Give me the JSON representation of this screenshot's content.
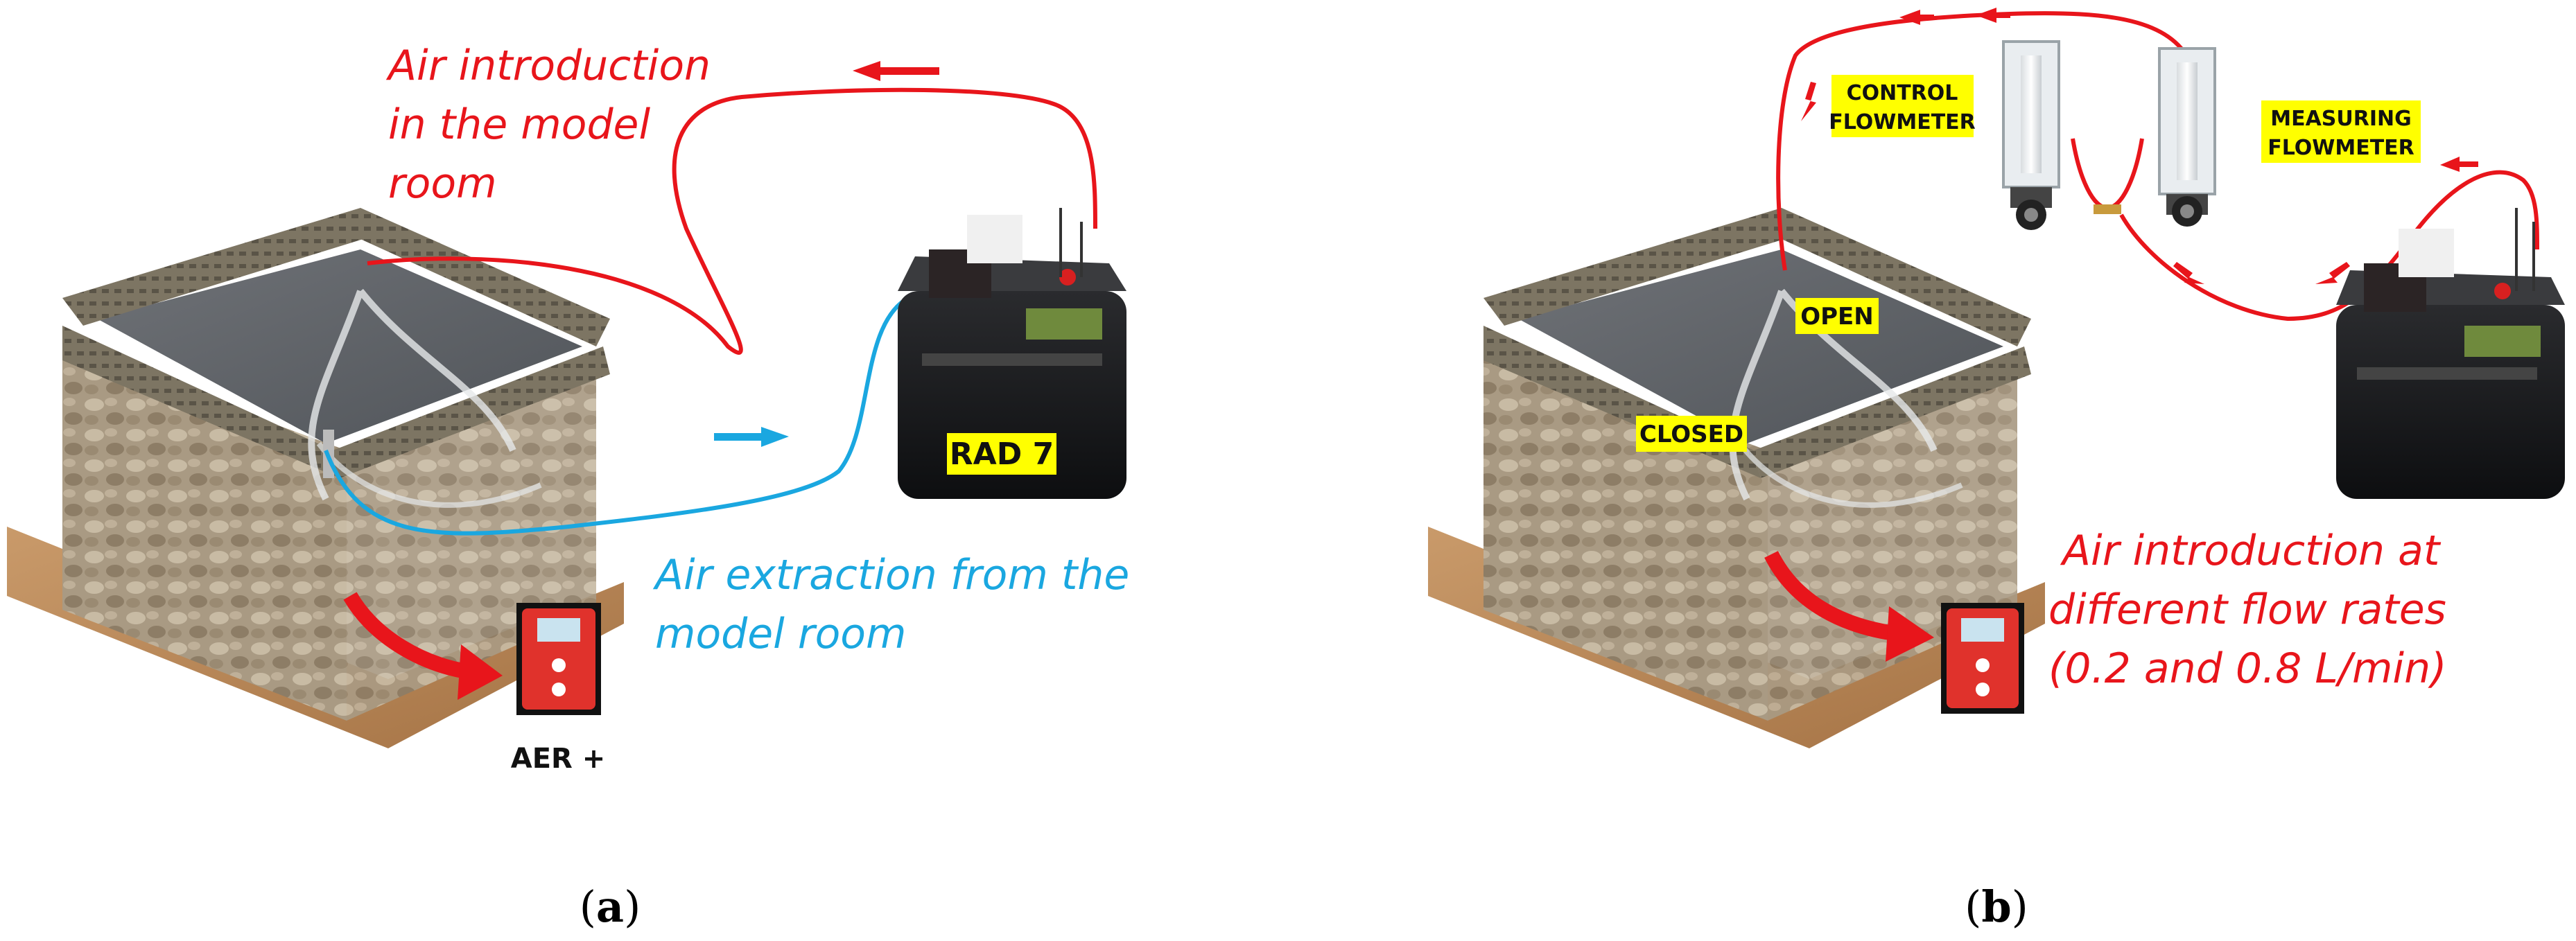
{
  "panel_a": {
    "label_intro_line1": "Air introduction",
    "label_intro_line2": "in the model",
    "label_intro_line3": "room",
    "label_extract_line1": "Air extraction from the",
    "label_extract_line2": "model room",
    "rad_tag": "RAD 7",
    "aer_label": "AER +",
    "caption_open": "(",
    "caption_letter": "a",
    "caption_close": ")"
  },
  "panel_b": {
    "control_line1": "CONTROL",
    "control_line2": "FLOWMETER",
    "measuring_line1": "MEASURING",
    "measuring_line2": "FLOWMETER",
    "open_tag": "OPEN",
    "closed_tag": "CLOSED",
    "label_line1": "Air introduction at",
    "label_line2": "different  flow rates",
    "label_line3": "(0.2 and 0.8 L/min)",
    "caption_open": "(",
    "caption_letter": "b",
    "caption_close": ")"
  },
  "colors": {
    "intro_red": "#e8151b",
    "extract_blue": "#1aa7e0",
    "tag_yellow": "#ffff00"
  },
  "icons": [
    "model-room",
    "rad7-monitor",
    "flowmeter",
    "aer-sensor",
    "flow-arrow",
    "curved-arrow"
  ]
}
